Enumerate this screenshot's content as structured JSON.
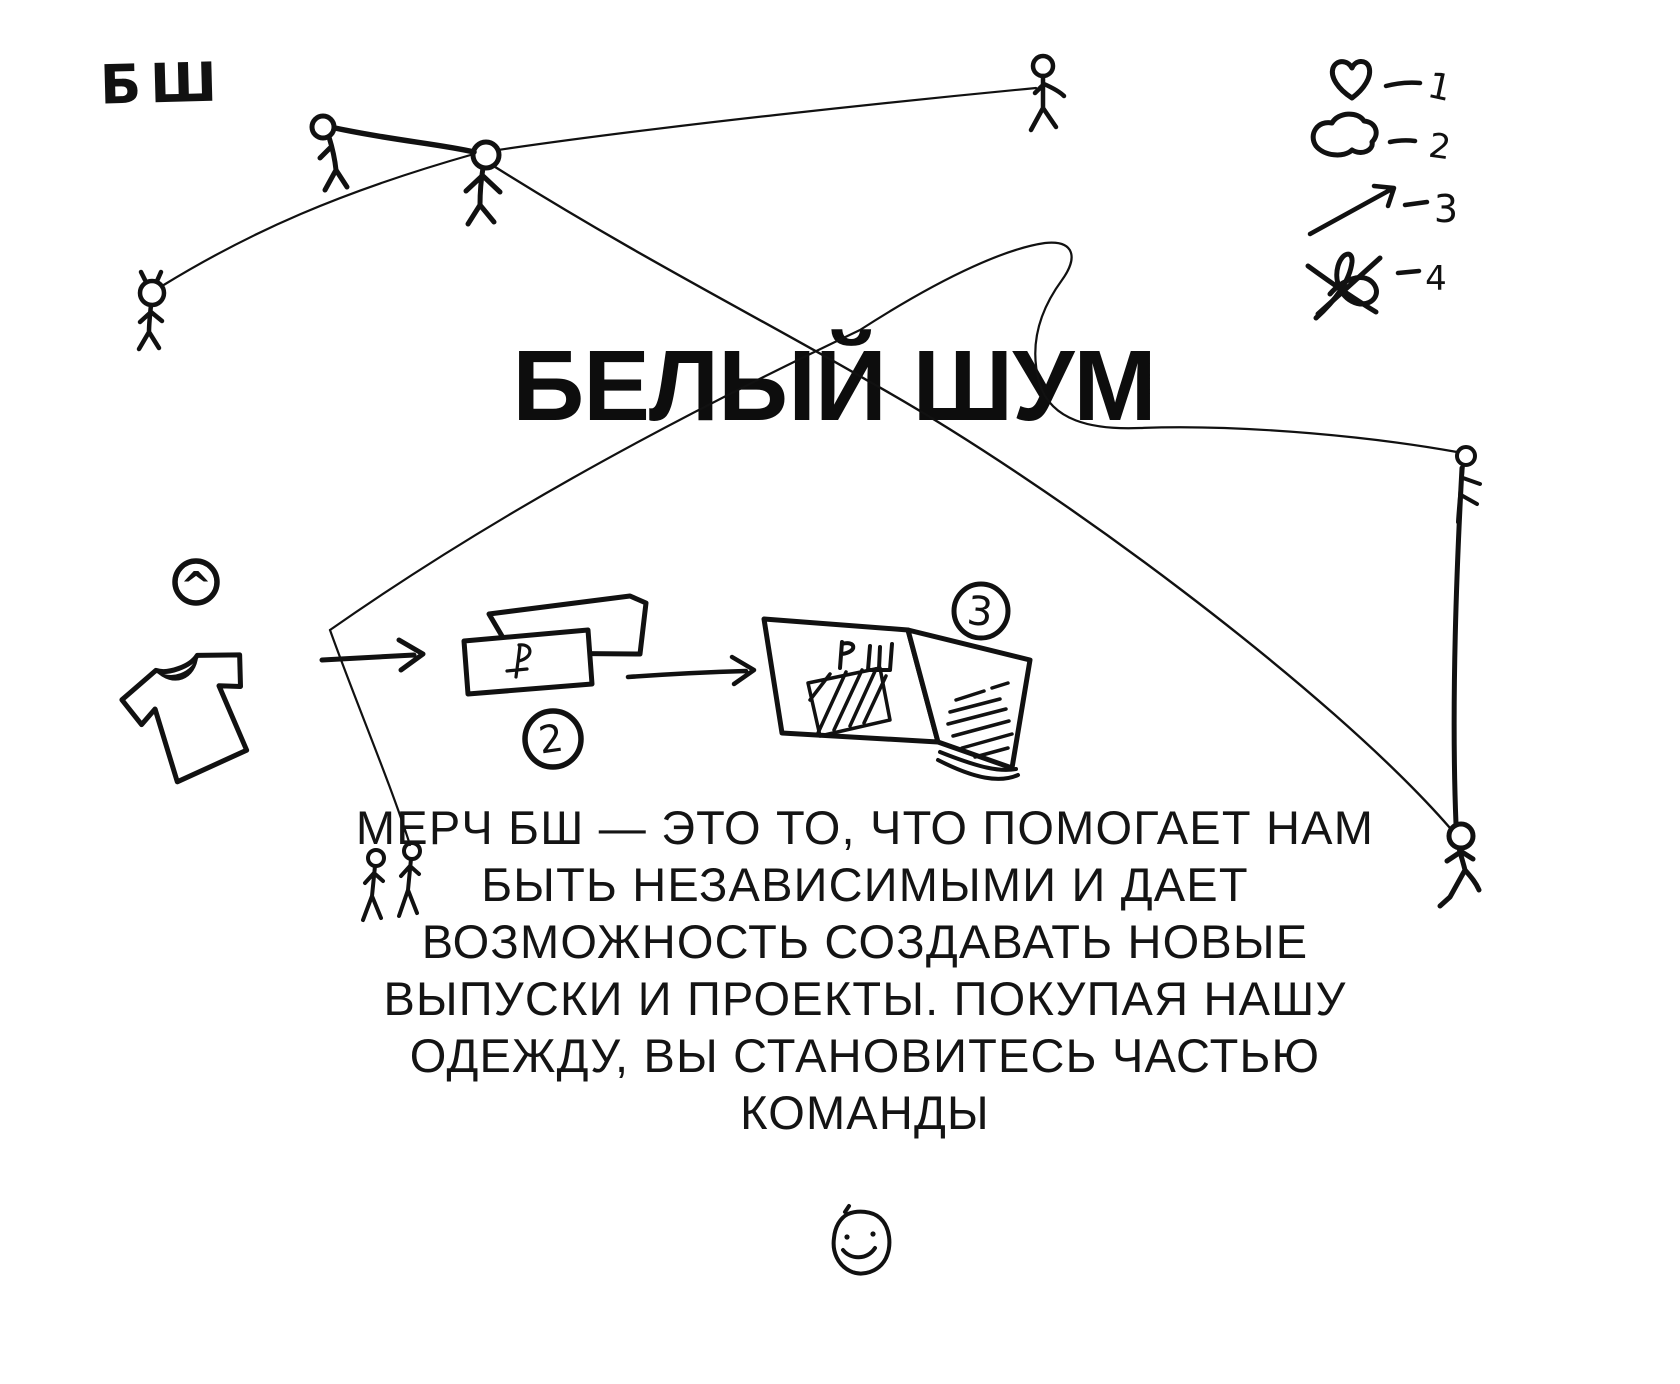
{
  "logo": {
    "text": "БШ"
  },
  "title": {
    "text": "БЕЛЫЙ ШУМ"
  },
  "paragraph": {
    "text": "МЕРЧ БШ — ЭТО ТО, ЧТО ПОМОГАЕТ НАМ\nБЫТЬ НЕЗАВИСИМЫМИ И ДАЕТ\nВОЗМОЖНОСТЬ СОЗДАВАТЬ НОВЫЕ\nВЫПУСКИ И ПРОЕКТЫ. ПОКУПАЯ НАШУ\nОДЕЖДУ, ВЫ СТАНОВИТЕСЬ ЧАСТЬЮ\nКОМАНДЫ"
  },
  "legend": {
    "items": [
      {
        "icon": "heart-icon",
        "label": "1"
      },
      {
        "icon": "cloud-icon",
        "label": "2"
      },
      {
        "icon": "arrow-icon",
        "label": "3"
      },
      {
        "icon": "scribble-icon",
        "label": "4"
      }
    ]
  },
  "steps": [
    {
      "label": "^",
      "icon": "tshirt-sketch"
    },
    {
      "label": "2",
      "icon": "banknotes-sketch",
      "currency_symbol": "₽"
    },
    {
      "label": "3",
      "icon": "magazine-sketch",
      "page_text": "БШ"
    }
  ],
  "figures": {
    "count": 8,
    "icon": "stick-figure-icon"
  },
  "smiley": {
    "icon": "smiley-face-icon"
  },
  "colors": {
    "ink": "#111111",
    "background": "#ffffff"
  }
}
